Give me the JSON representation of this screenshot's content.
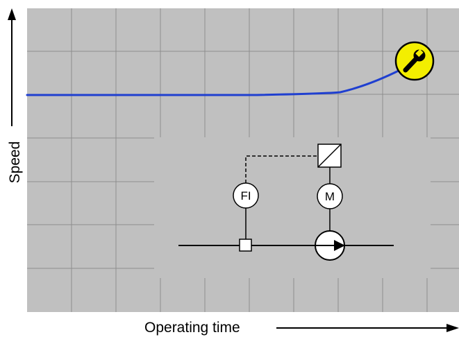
{
  "colors": {
    "plot_background": "#c0c0c0",
    "grid_line": "#8e8e8e",
    "schematic_background": "#c0c0c0",
    "speed_curve": "#1f3fd0",
    "maintenance_badge_fill": "#f3ee00",
    "axis": "#000000"
  },
  "axes": {
    "y_label": "Speed",
    "x_label": "Operating time"
  },
  "schematic": {
    "flow_indicator_label": "FI",
    "motor_label": "M"
  },
  "icons": {
    "maintenance": "wrench-icon",
    "frequency_converter": "converter-icon",
    "pump": "pump-icon",
    "flow_sensor": "flow-sensor-icon"
  }
}
